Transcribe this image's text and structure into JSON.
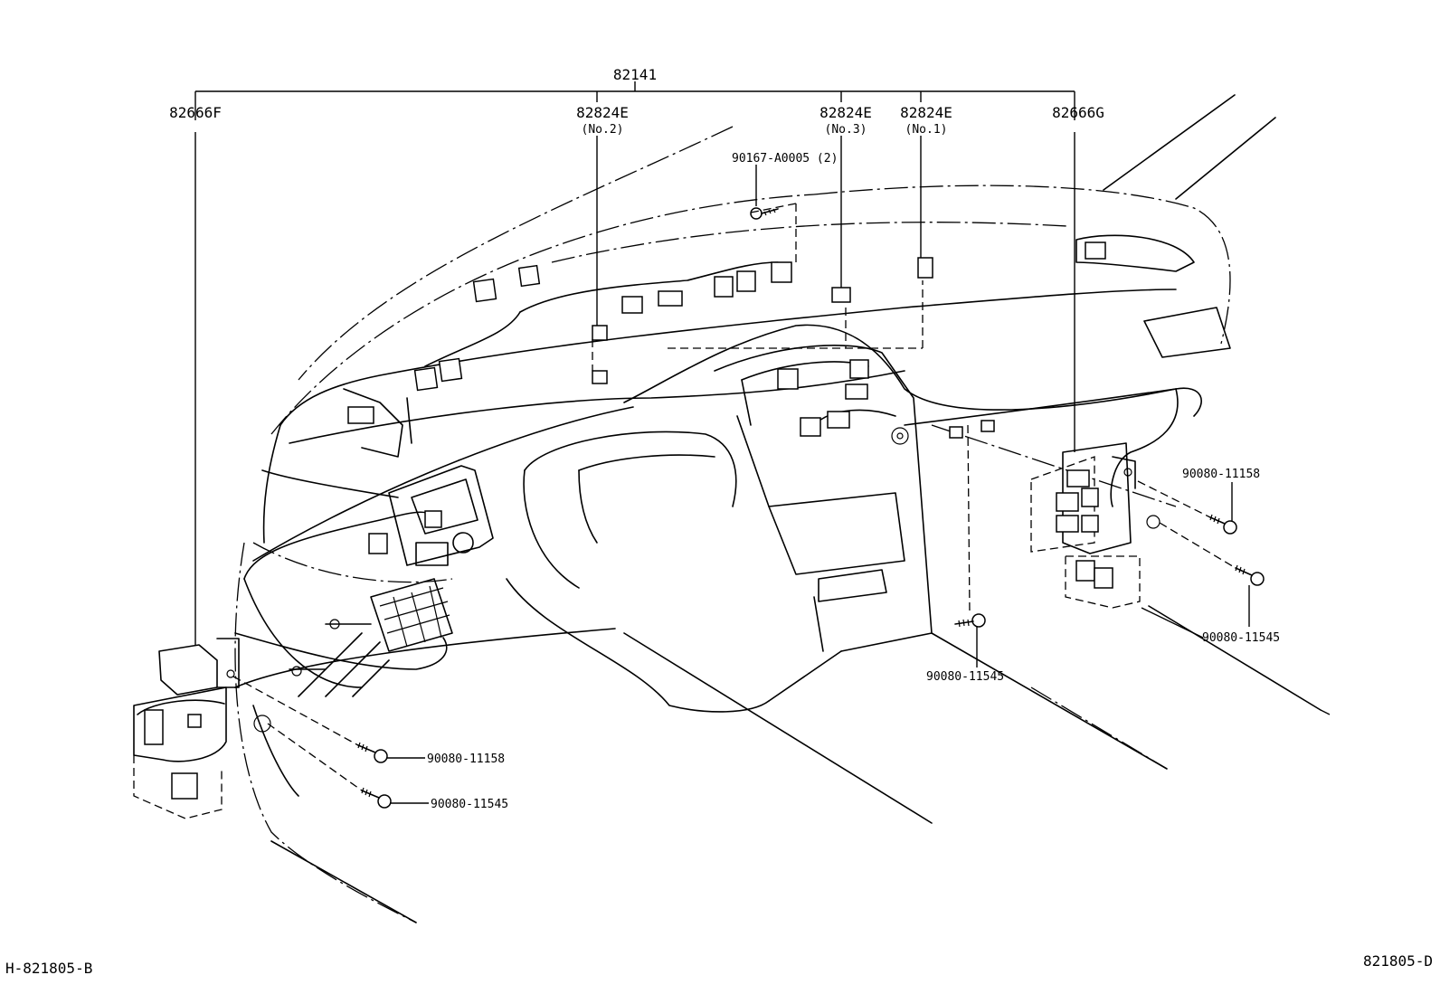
{
  "diagram": {
    "drawing_code_left": "H-821805-B",
    "drawing_code_right": "821805-D",
    "parts": {
      "assembly": "82141",
      "block_left": "82666F",
      "block_right": "82666G",
      "connector_no2": {
        "number": "82824E",
        "note": "(No.2)"
      },
      "connector_no3": {
        "number": "82824E",
        "note": "(No.3)"
      },
      "connector_no1": {
        "number": "82824E",
        "note": "(No.1)"
      },
      "clip": "90167-A0005 (2)",
      "bolt_right_upper": "90080-11158",
      "bolt_right_lower": "90080-11545",
      "bolt_center": "90080-11545",
      "bolt_left_upper": "90080-11158",
      "bolt_left_lower": "90080-11545"
    }
  }
}
